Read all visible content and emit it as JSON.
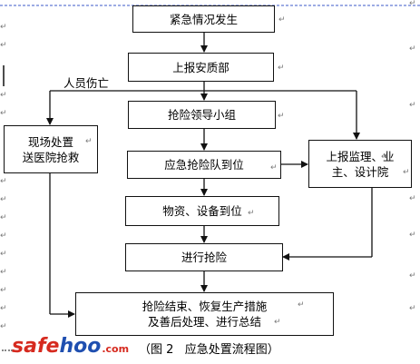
{
  "nodes": {
    "emergency_occurs": "紧急情况发生",
    "report_safety_dept": "上报安质部",
    "rescue_leader_group": "抢险领导小组",
    "onsite_treatment": [
      "现场处置",
      "送医院抢救"
    ],
    "rescue_team_arrive": "应急抢险队到位",
    "report_supervisor": [
      "上报监理、业",
      "主、设计院"
    ],
    "materials_arrive": "物资、设备到位",
    "perform_rescue": "进行抢险",
    "rescue_end": [
      "抢险结束、恢复生产措施",
      "及善后处理、进行总结"
    ]
  },
  "edge_labels": {
    "casualties": "人员伤亡"
  },
  "caption": "（图 2   应急处置流程图）",
  "watermark": {
    "part1": "safe",
    "part2": "hoo",
    "part3": ".com"
  },
  "paragraph_mark": "↵",
  "colors": {
    "line": "#111111",
    "watermark_red": "#d62a1f",
    "watermark_blue": "#1f4fb0",
    "marker": "#7a7a7a"
  }
}
